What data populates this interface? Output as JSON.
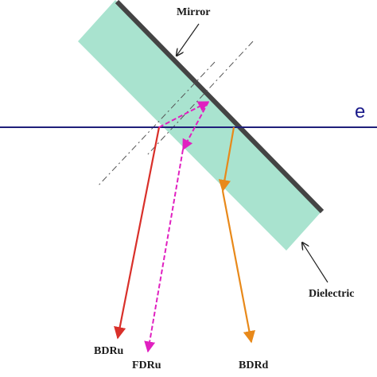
{
  "labels": {
    "mirror": "Mirror",
    "dielectric": "Dielectric",
    "beam": "e",
    "bdr_u": "BDRu",
    "fdr_u": "FDRu",
    "bdr_d": "BDRd"
  },
  "colors": {
    "dielectric_fill": "#a9e3cf",
    "mirror": "#444444",
    "beam": "#1f1f7a",
    "bdr_u": "#d9302a",
    "fdr_u": "#e020c0",
    "bdr_d": "#e8891a",
    "label_arrow": "#222222",
    "dash_guide": "#555555"
  }
}
